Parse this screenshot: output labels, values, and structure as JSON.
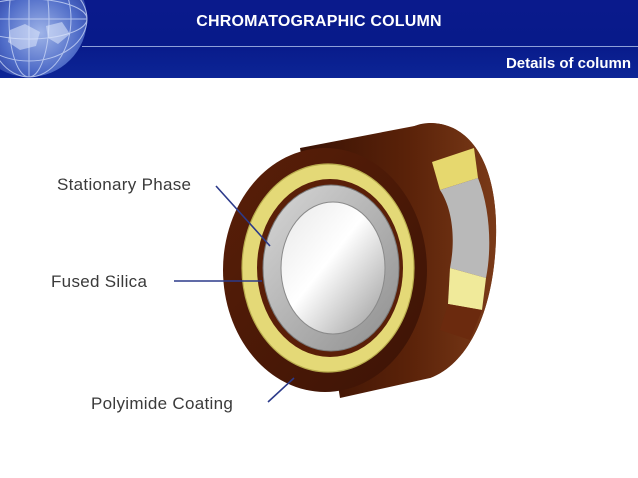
{
  "header": {
    "title": "CHROMATOGRAPHIC COLUMN",
    "subtitle": "Details of column"
  },
  "diagram": {
    "labels": {
      "stationary_phase": "Stationary Phase",
      "fused_silica": "Fused Silica",
      "polyimide_coating": "Polyimide Coating"
    },
    "colors": {
      "header_blue": "#0a1a8c",
      "polyimide_brown": "#4e1a08",
      "stationary_yellow": "#e4d977",
      "fused_silica_gray": "#a8a8a8",
      "leader_line": "#2c3a8a"
    }
  }
}
